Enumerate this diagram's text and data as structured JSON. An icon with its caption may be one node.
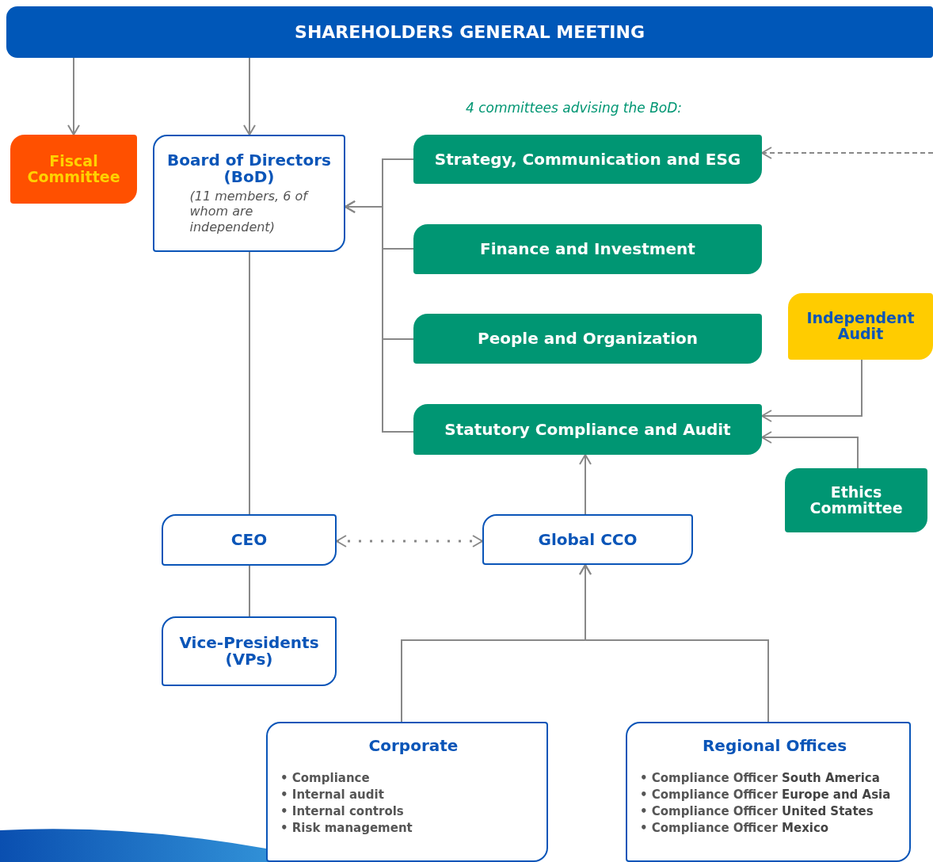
{
  "diagram": {
    "nodes": [
      {
        "text": [
          "SHAREHOLDERS GENERAL MEETING"
        ]
      },
      {
        "text": [
          "Fiscal Committee"
        ]
      },
      {
        "text": [
          "Board of Directors (BoD)",
          "(11 members, 6 of whom are independent)"
        ]
      },
      {
        "text": [
          "Strategy, Communication and ESG"
        ]
      },
      {
        "text": [
          "Finance and Investment"
        ]
      },
      {
        "text": [
          "People and Organization"
        ]
      },
      {
        "text": [
          "Statutory Compliance and Audit"
        ]
      },
      {
        "text": [
          "Independent Audit"
        ]
      },
      {
        "text": [
          "Ethics Committee"
        ]
      },
      {
        "text": [
          "CEO"
        ]
      },
      {
        "text": [
          "Global CCO"
        ]
      },
      {
        "text": [
          "Vice-Presidents (VPs)"
        ]
      },
      {
        "text": [
          "Corporate",
          "• Compliance",
          "• Internal audit",
          "• Internal controls",
          "• Risk management"
        ]
      },
      {
        "text": [
          "Regional Offices",
          "• Compliance Officer **South America**",
          "• Compliance Officer **Europe and Asia**",
          "• Compliance Officer **United States**",
          "• Compliance Officer **Mexico**"
        ]
      }
    ],
    "edges": [
      {
        "from": 0,
        "to": 1,
        "arrow": "to"
      },
      {
        "from": 0,
        "to": 2,
        "arrow": "to"
      },
      {
        "from": 3,
        "to": 2,
        "arrow": "to"
      },
      {
        "from": 4,
        "to": 2,
        "arrow": "to"
      },
      {
        "from": 5,
        "to": 2,
        "arrow": "to"
      },
      {
        "from": 6,
        "to": 2,
        "arrow": "to"
      },
      {
        "from": null,
        "to": 3,
        "arrow": "to",
        "style": "dashed"
      },
      {
        "from": 7,
        "to": 6,
        "arrow": "to"
      },
      {
        "from": 8,
        "to": 6,
        "arrow": "to"
      },
      {
        "from": 2,
        "to": 9,
        "arrow": "none"
      },
      {
        "from": 9,
        "to": 10,
        "arrow": "both",
        "style": "dashed"
      },
      {
        "from": 10,
        "to": 6,
        "arrow": "to"
      },
      {
        "from": 9,
        "to": 11,
        "arrow": "none"
      },
      {
        "from": 12,
        "to": 10,
        "arrow": "to"
      },
      {
        "from": 13,
        "to": 10,
        "arrow": "to"
      }
    ],
    "labels": [
      "4 committees advising the BoD:"
    ]
  }
}
